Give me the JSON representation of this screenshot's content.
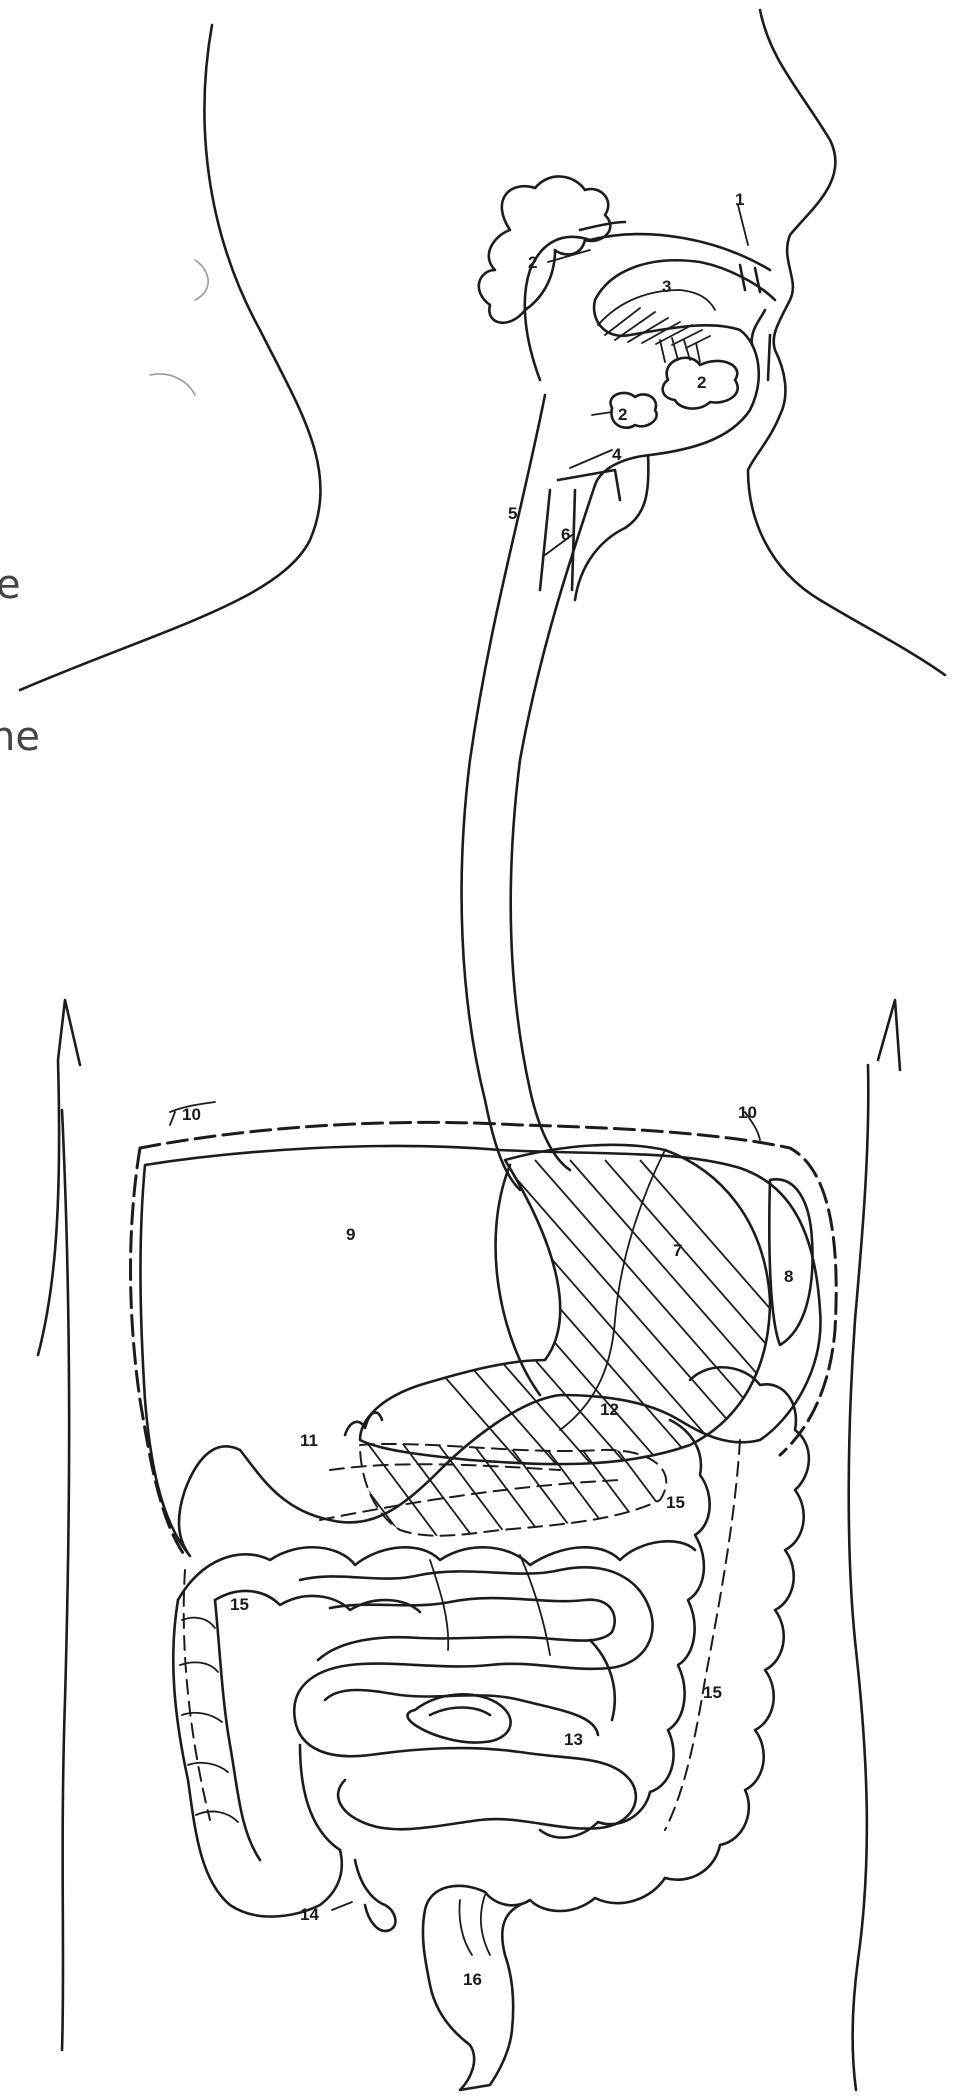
{
  "margin_fragments": [
    "e",
    "ne"
  ],
  "labels": [
    {
      "id": "label-1",
      "text": "1"
    },
    {
      "id": "label-2-parotid",
      "text": "2"
    },
    {
      "id": "label-3",
      "text": "3"
    },
    {
      "id": "label-2-sublingual",
      "text": "2"
    },
    {
      "id": "label-2-submandibular",
      "text": "2"
    },
    {
      "id": "label-4",
      "text": "4"
    },
    {
      "id": "label-5",
      "text": "5"
    },
    {
      "id": "label-6",
      "text": "6"
    },
    {
      "id": "label-10-left",
      "text": "10"
    },
    {
      "id": "label-10-right",
      "text": "10"
    },
    {
      "id": "label-9",
      "text": "9"
    },
    {
      "id": "label-7",
      "text": "7"
    },
    {
      "id": "label-8",
      "text": "8"
    },
    {
      "id": "label-11",
      "text": "11"
    },
    {
      "id": "label-12",
      "text": "12"
    },
    {
      "id": "label-15-mid",
      "text": "15"
    },
    {
      "id": "label-15-left",
      "text": "15"
    },
    {
      "id": "label-15-right",
      "text": "15"
    },
    {
      "id": "label-13",
      "text": "13"
    },
    {
      "id": "label-14",
      "text": "14"
    },
    {
      "id": "label-16",
      "text": "16"
    }
  ]
}
